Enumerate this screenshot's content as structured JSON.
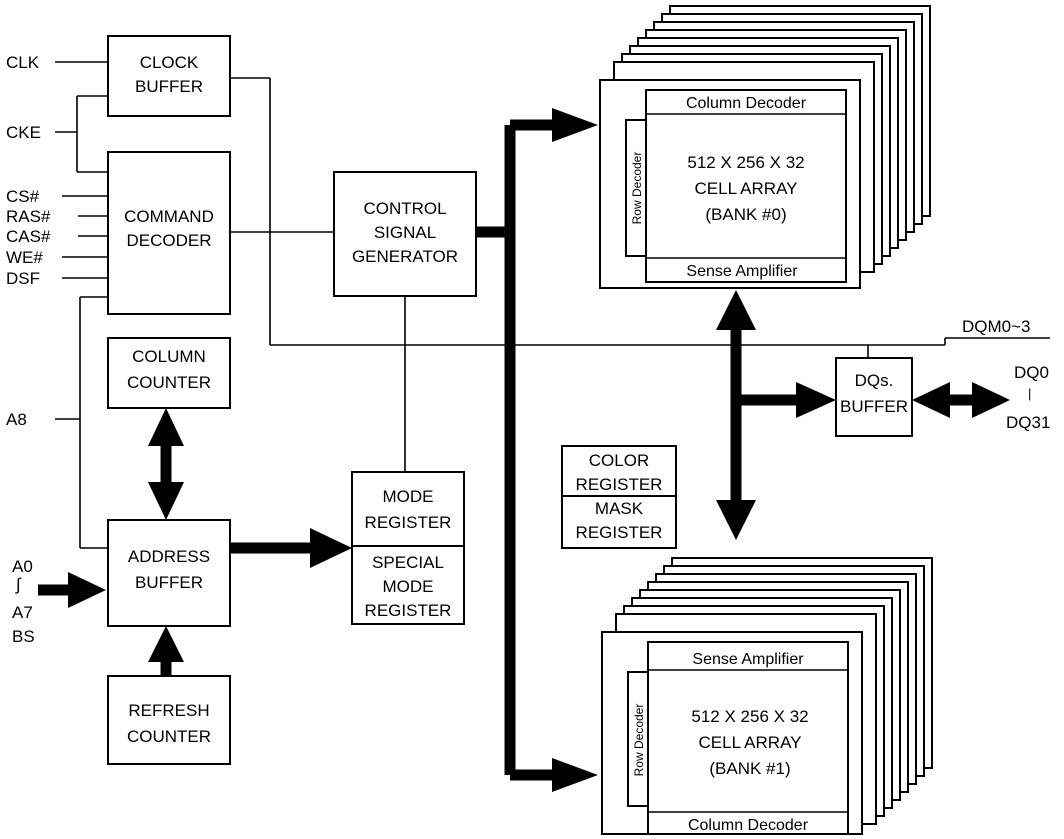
{
  "inputs": {
    "clk": "CLK",
    "cke": "CKE",
    "cs": "CS#",
    "ras": "RAS#",
    "cas": "CAS#",
    "we": "WE#",
    "dsf": "DSF",
    "a8": "A8",
    "a0": "A0",
    "tilde": "∫",
    "a7": "A7",
    "bs": "BS"
  },
  "blocks": {
    "clock_buffer": [
      "CLOCK",
      "BUFFER"
    ],
    "command_decoder": [
      "COMMAND",
      "DECODER"
    ],
    "column_counter": [
      "COLUMN",
      "COUNTER"
    ],
    "address_buffer": [
      "ADDRESS",
      "BUFFER"
    ],
    "refresh_counter": [
      "REFRESH",
      "COUNTER"
    ],
    "control_signal_generator": [
      "CONTROL",
      "SIGNAL",
      "GENERATOR"
    ],
    "mode_register": [
      "MODE",
      "REGISTER"
    ],
    "special_mode_register": [
      "SPECIAL",
      "MODE",
      "REGISTER"
    ],
    "color_register": [
      "COLOR",
      "REGISTER"
    ],
    "mask_register": [
      "MASK",
      "REGISTER"
    ],
    "dqs_buffer": [
      "DQs.",
      "BUFFER"
    ]
  },
  "bank0": {
    "column_decoder": "Column  Decoder",
    "row_decoder": "Row Decoder",
    "cell_array": [
      "512 X 256 X 32",
      "CELL ARRAY",
      "(BANK #0)"
    ],
    "sense_amplifier": "Sense  Amplifier"
  },
  "bank1": {
    "sense_amplifier": "Sense  Amplifier",
    "row_decoder": "Row Decoder",
    "cell_array": [
      "512 X 256 X 32",
      "CELL ARRAY",
      "(BANK #1)"
    ],
    "column_decoder": "Column  Decoder"
  },
  "outputs": {
    "dqm": "DQM0~3",
    "dq0": "DQ0",
    "dq_sep": "|",
    "dq31": "DQ31"
  }
}
